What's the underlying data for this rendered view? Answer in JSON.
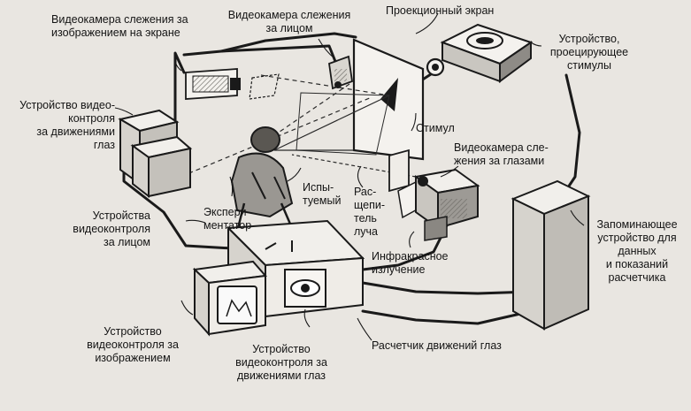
{
  "labels": {
    "camera_screen": "Видеокамера слежения за\nизображением на экране",
    "camera_face": "Видеокамера слежения\nза лицом",
    "projection_screen": "Проекционный экран",
    "projector": "Устройство,\nпроецирующее\nстимулы",
    "eye_monitor_left": "Устройство видео-\nконтроля\nза движениями\nглаз",
    "stimulus": "Стимул",
    "eye_camera": "Видеокамера сле-\nжения за глазами",
    "face_monitors": "Устройства\nвидеоконтроля\nза лицом",
    "experimenter": "Экспери-\nментатор",
    "subject": "Испы-\nтуемый",
    "beam_splitter": "Рас-\nщепи-\nтель\nлуча",
    "infrared": "Инфракрасное\nизлучение",
    "storage": "Запоминающее\nустройство для\nданных\nи показаний\nрасчетчика",
    "image_monitor": "Устройство\nвидеоконтроля за\nизображением",
    "eye_monitor_bottom": "Устройство\nвидеоконтроля за\nдвижениями глаз",
    "eye_calculator": "Расчетчик движений глаз"
  },
  "colors": {
    "background": "#e9e6e1",
    "ink": "#1a1a1a",
    "shade": "#9a9792"
  }
}
